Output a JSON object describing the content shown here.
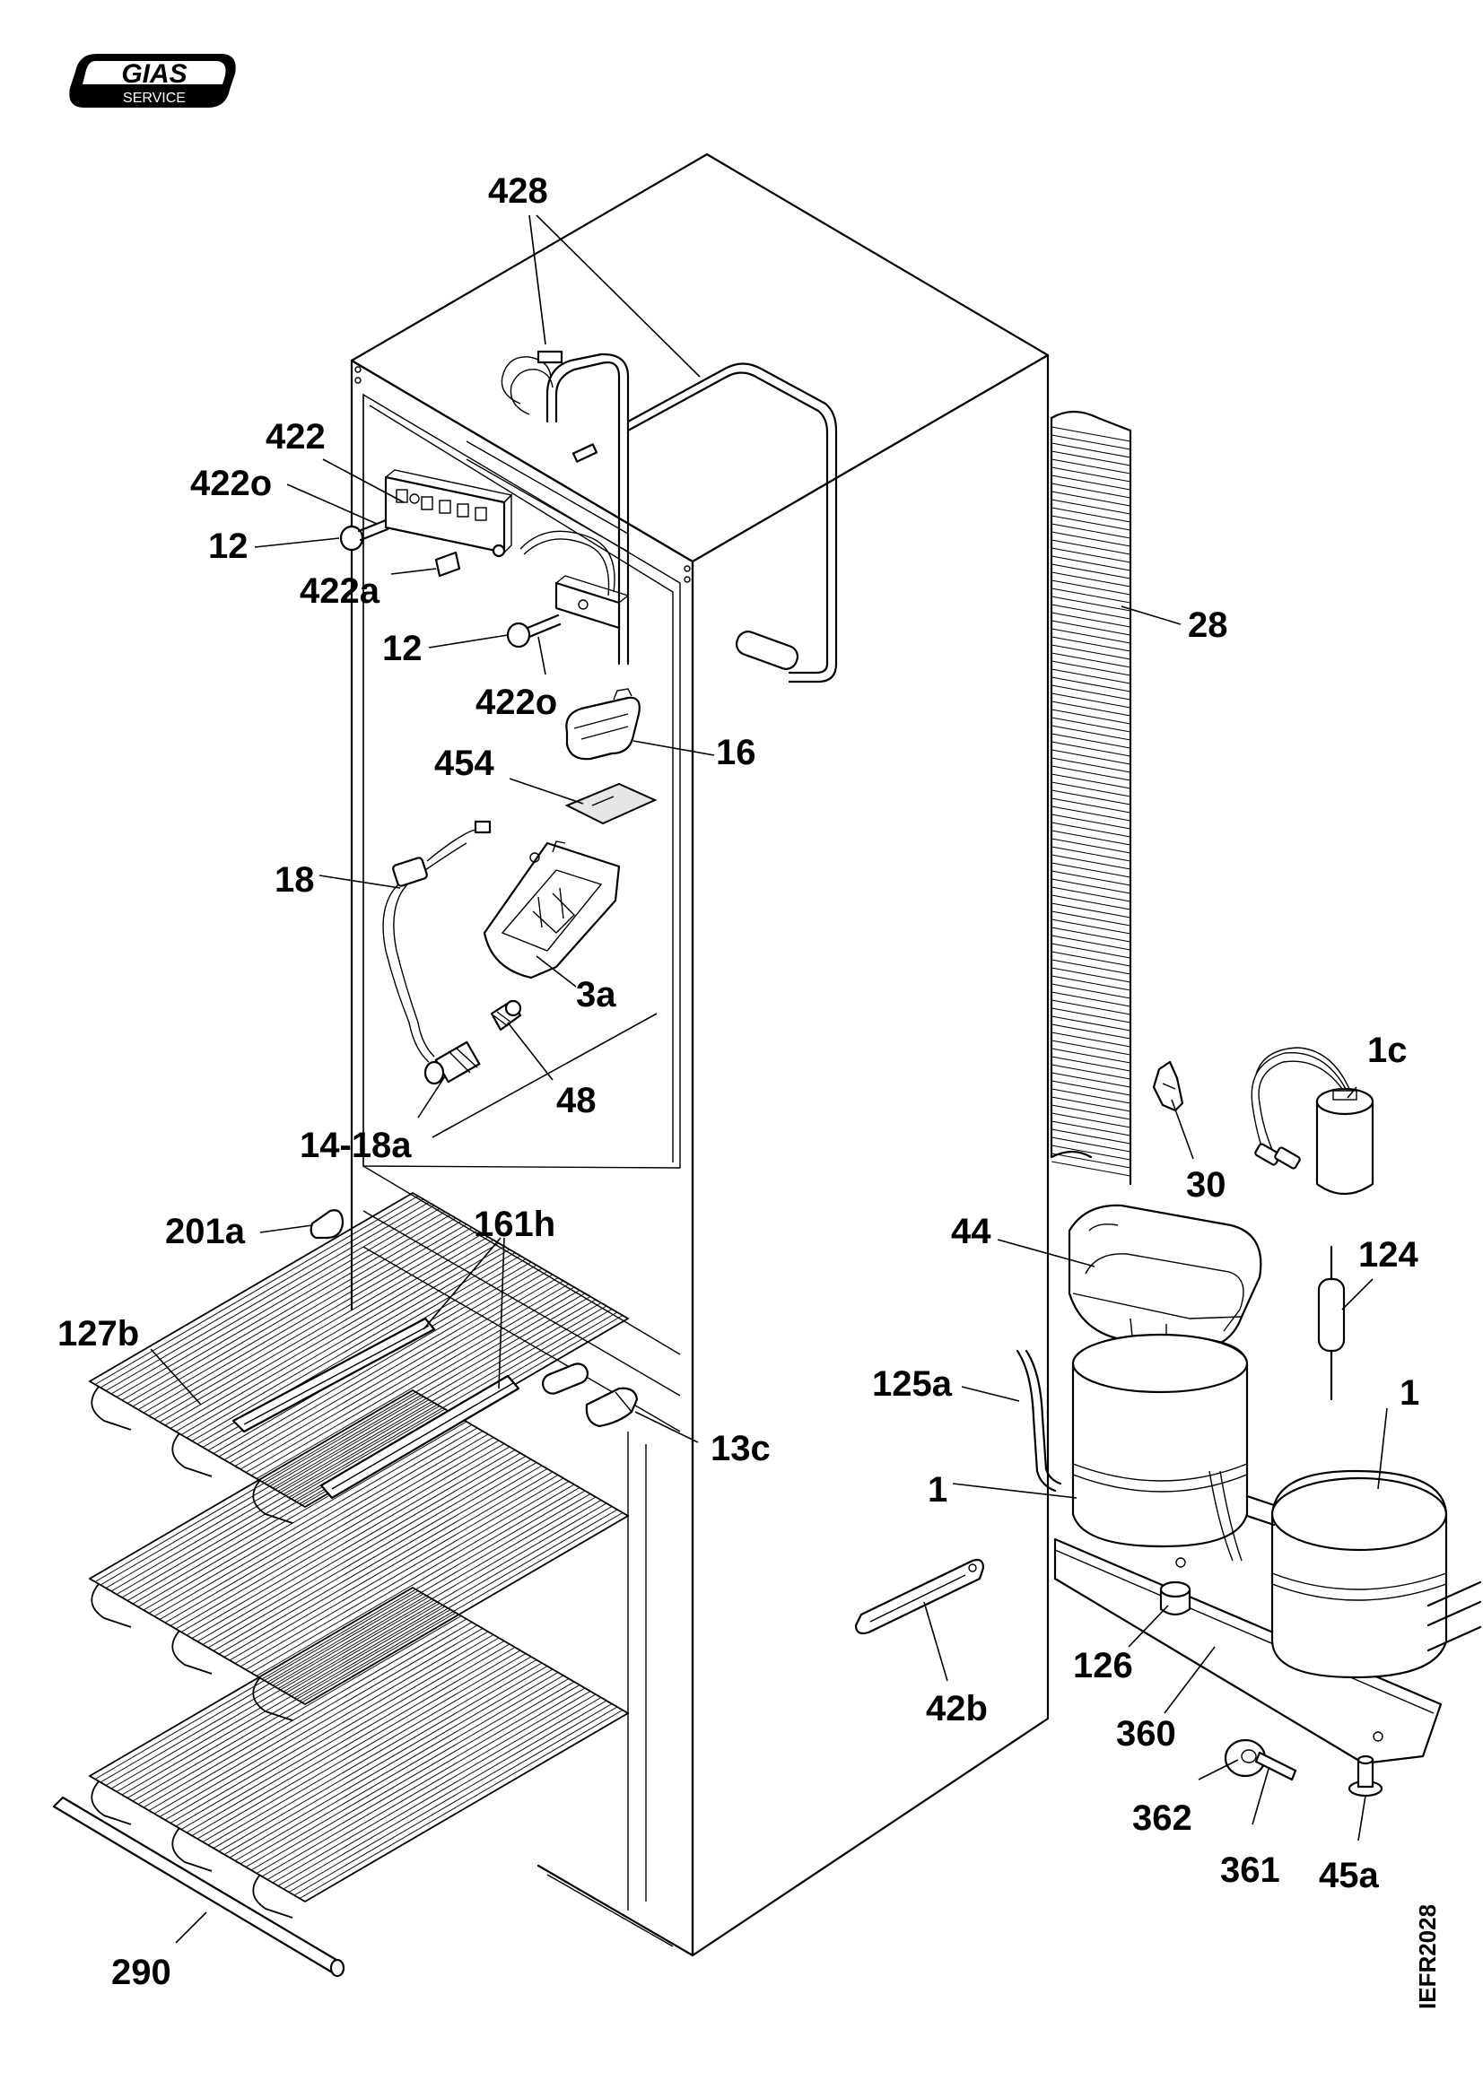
{
  "logo": {
    "brand": "GIAS",
    "sub": "SERVICE"
  },
  "doc_code": "IEFR2028",
  "labels": [
    {
      "id": "l428",
      "text": "428"
    },
    {
      "id": "l422",
      "text": "422"
    },
    {
      "id": "l422o_a",
      "text": "422o"
    },
    {
      "id": "l12_a",
      "text": "12"
    },
    {
      "id": "l422a",
      "text": "422a"
    },
    {
      "id": "l12_b",
      "text": "12"
    },
    {
      "id": "l422o_b",
      "text": "422o"
    },
    {
      "id": "l28",
      "text": "28"
    },
    {
      "id": "l16",
      "text": "16"
    },
    {
      "id": "l454",
      "text": "454"
    },
    {
      "id": "l18",
      "text": "18"
    },
    {
      "id": "l3a",
      "text": "3a"
    },
    {
      "id": "l48",
      "text": "48"
    },
    {
      "id": "l14_18a",
      "text": "14-18a"
    },
    {
      "id": "l1c",
      "text": "1c"
    },
    {
      "id": "l30",
      "text": "30"
    },
    {
      "id": "l201a",
      "text": "201a"
    },
    {
      "id": "l161h",
      "text": "161h"
    },
    {
      "id": "l44",
      "text": "44"
    },
    {
      "id": "l124",
      "text": "124"
    },
    {
      "id": "l127b",
      "text": "127b"
    },
    {
      "id": "l125a",
      "text": "125a"
    },
    {
      "id": "l1_a",
      "text": "1"
    },
    {
      "id": "l13c",
      "text": "13c"
    },
    {
      "id": "l1_b",
      "text": "1"
    },
    {
      "id": "l126",
      "text": "126"
    },
    {
      "id": "l42b",
      "text": "42b"
    },
    {
      "id": "l360",
      "text": "360"
    },
    {
      "id": "l362",
      "text": "362"
    },
    {
      "id": "l361",
      "text": "361"
    },
    {
      "id": "l45a",
      "text": "45a"
    },
    {
      "id": "l290",
      "text": "290"
    }
  ]
}
